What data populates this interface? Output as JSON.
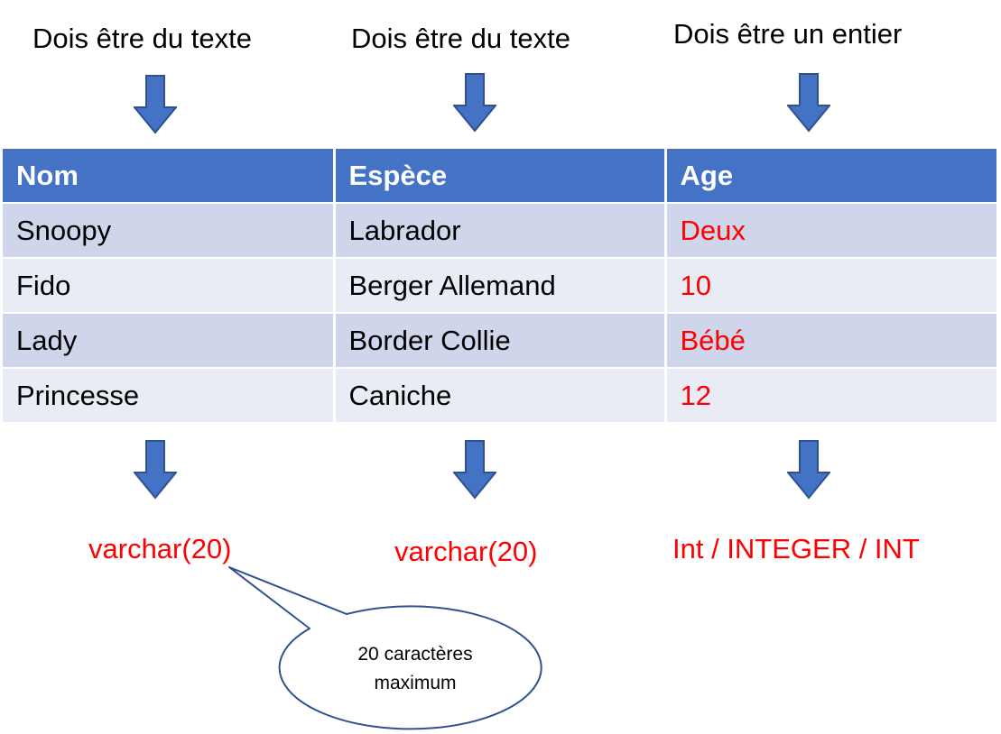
{
  "header_labels": [
    "Dois être du texte",
    "Dois être du texte",
    "Dois être un entier"
  ],
  "table": {
    "columns": [
      "Nom",
      "Espèce",
      "Age"
    ],
    "rows": [
      [
        "Snoopy",
        "Labrador",
        "Deux"
      ],
      [
        "Fido",
        "Berger Allemand",
        "10"
      ],
      [
        "Lady",
        "Border Collie",
        "Bébé"
      ],
      [
        "Princesse",
        "Caniche",
        "12"
      ]
    ]
  },
  "type_labels": [
    "varchar(20)",
    "varchar(20)",
    "Int / INTEGER / INT"
  ],
  "callout": {
    "line1": "20 caractères",
    "line2": "maximum"
  },
  "colors": {
    "header_bg": "#4472c4",
    "row_odd": "#cfd5ea",
    "row_even": "#e9ebf5",
    "arrow_fill": "#4472c4",
    "arrow_stroke": "#2f528f",
    "highlight": "#ff0000"
  }
}
